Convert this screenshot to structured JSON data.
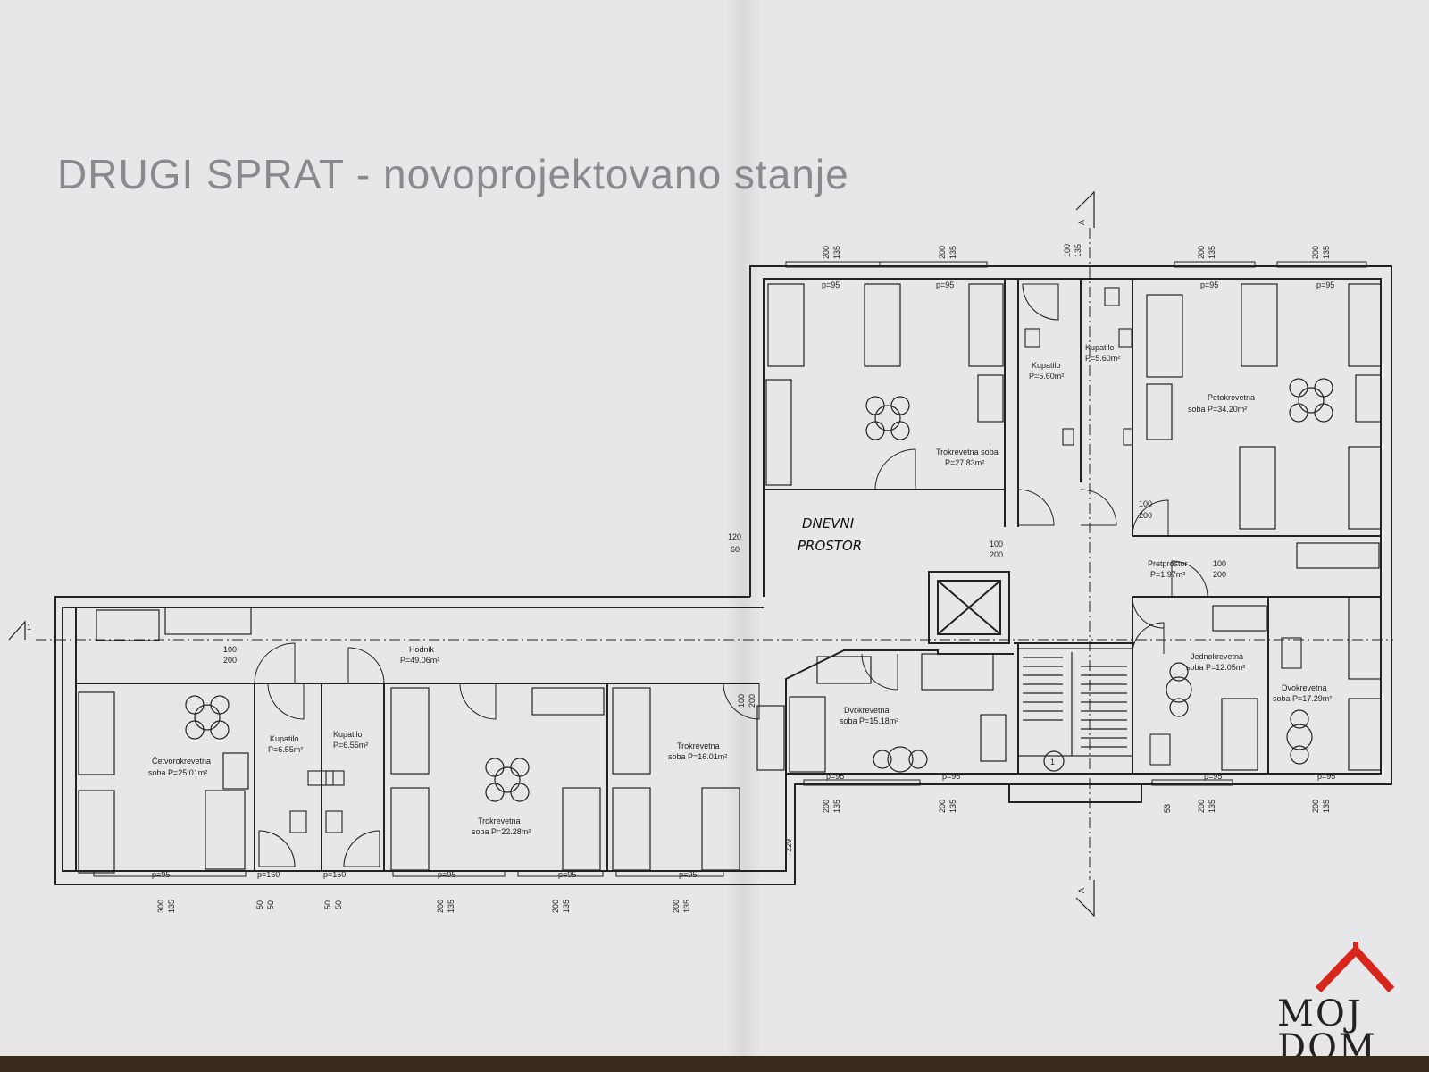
{
  "title": "DRUGI SPRAT - novoprojektovano stanje",
  "handwritten": [
    "DNEVNI",
    "PROSTOR"
  ],
  "rooms": {
    "r1": {
      "name": "Trokrevetna soba",
      "area": "P=27.83m²"
    },
    "r2": {
      "name": "Kupatilo",
      "area": "P=5.60m²"
    },
    "r3": {
      "name": "Kupatilo",
      "area": "P=5.60m²"
    },
    "r4a": {
      "name": "Petokrevetna",
      "area": "soba P=34.20m²"
    },
    "r5": {
      "name": "Pretprostor",
      "area": "P=1.97m²"
    },
    "r6": {
      "name": "Hodnik",
      "area": "P=49.06m²"
    },
    "r7a": {
      "name": "Četvorokrevetna",
      "area": "soba P=25.01m²"
    },
    "r8": {
      "name": "Kupatilo",
      "area": "P=6.55m²"
    },
    "r9": {
      "name": "Kupatilo",
      "area": "P=6.55m²"
    },
    "r10a": {
      "name": "Trokrevetna",
      "area": "soba P=22.28m²"
    },
    "r11a": {
      "name": "Trokrevetna",
      "area": "soba P=16.01m²"
    },
    "r12a": {
      "name": "Dvokrevetna",
      "area": "soba P=15.18m²"
    },
    "r13a": {
      "name": "Jednokrevetna",
      "area": "soba P=12.05m²"
    },
    "r14a": {
      "name": "Dvokrevetna",
      "area": "soba P=17.29m²"
    }
  },
  "section_marks": {
    "a_top": "A",
    "a_bottom": "A",
    "one": "1",
    "stair": "1"
  },
  "dims": {
    "d200": "200",
    "d135": "135",
    "d100": "100",
    "d120": "120",
    "d60": "60",
    "d300": "300",
    "d50": "50",
    "d229": "229",
    "d53": "53",
    "p95": "p=95",
    "p160": "p=160",
    "p150": "p=150"
  },
  "logo": {
    "line1": "MOJ",
    "line2": "DOM",
    "accent": "#d9261c"
  },
  "colors": {
    "paper": "#e7e7ea",
    "ink": "#222222",
    "title": "#8a8a8e"
  }
}
